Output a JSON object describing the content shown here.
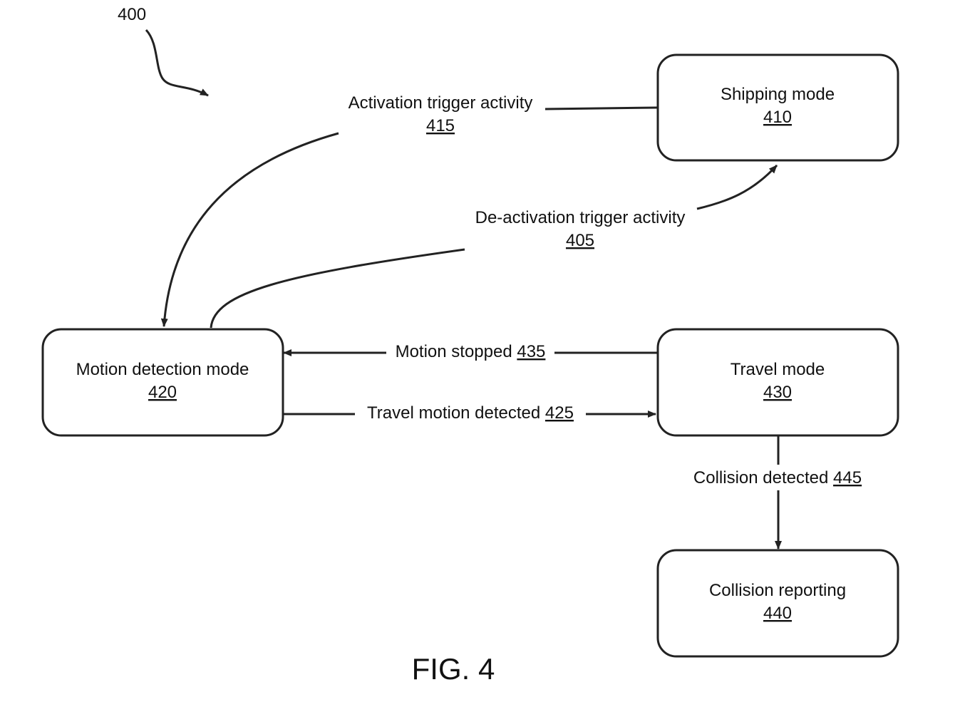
{
  "figure": {
    "ref": "400",
    "caption": "FIG. 4"
  },
  "nodes": {
    "shipping": {
      "title": "Shipping mode",
      "ref": "410"
    },
    "motion_detection": {
      "title": "Motion detection mode",
      "ref": "420"
    },
    "travel": {
      "title": "Travel mode",
      "ref": "430"
    },
    "collision_reporting": {
      "title": "Collision reporting",
      "ref": "440"
    }
  },
  "edges": {
    "activation": {
      "label": "Activation trigger activity",
      "ref": "415",
      "from": "Shipping mode",
      "to": "Motion detection mode"
    },
    "deactivation": {
      "label": "De-activation trigger activity",
      "ref": "405",
      "from": "Motion detection mode",
      "to": "Shipping mode"
    },
    "motion_stopped": {
      "label": "Motion stopped",
      "ref": "435",
      "from": "Travel mode",
      "to": "Motion detection mode"
    },
    "travel_motion": {
      "label": "Travel motion detected",
      "ref": "425",
      "from": "Motion detection mode",
      "to": "Travel mode"
    },
    "collision": {
      "label": "Collision detected",
      "ref": "445",
      "from": "Travel mode",
      "to": "Collision reporting"
    }
  }
}
